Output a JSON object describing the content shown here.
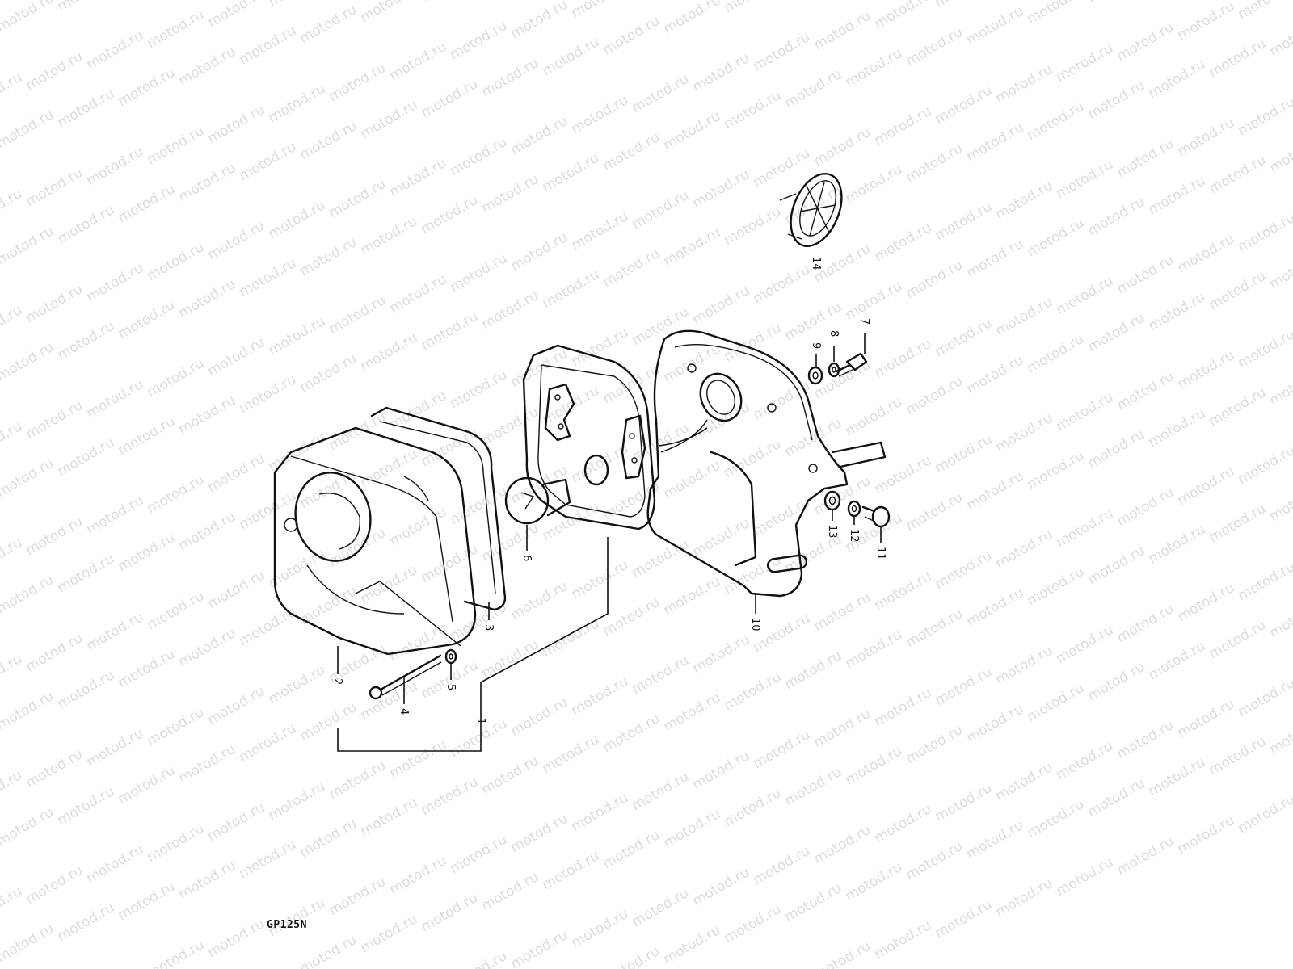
{
  "watermark": {
    "text": "motod.ru",
    "color": "#dcdcdc"
  },
  "model_code": "GP125N",
  "callouts": [
    "1",
    "2",
    "3",
    "4",
    "5",
    "6",
    "7",
    "8",
    "9",
    "10",
    "11",
    "12",
    "13",
    "14"
  ],
  "parts": [
    {
      "id": "1",
      "icon": "tail-lamp-assembly-icon"
    },
    {
      "id": "2",
      "icon": "lens-icon"
    },
    {
      "id": "3",
      "icon": "gasket-icon"
    },
    {
      "id": "4",
      "icon": "screw-icon"
    },
    {
      "id": "5",
      "icon": "washer-icon"
    },
    {
      "id": "6",
      "icon": "bulb-icon"
    },
    {
      "id": "7",
      "icon": "bolt-icon"
    },
    {
      "id": "8",
      "icon": "washer-icon"
    },
    {
      "id": "9",
      "icon": "washer-icon"
    },
    {
      "id": "10",
      "icon": "bracket-icon"
    },
    {
      "id": "11",
      "icon": "bolt-icon"
    },
    {
      "id": "12",
      "icon": "washer-icon"
    },
    {
      "id": "13",
      "icon": "washer-icon"
    },
    {
      "id": "14",
      "icon": "reflector-icon"
    }
  ]
}
